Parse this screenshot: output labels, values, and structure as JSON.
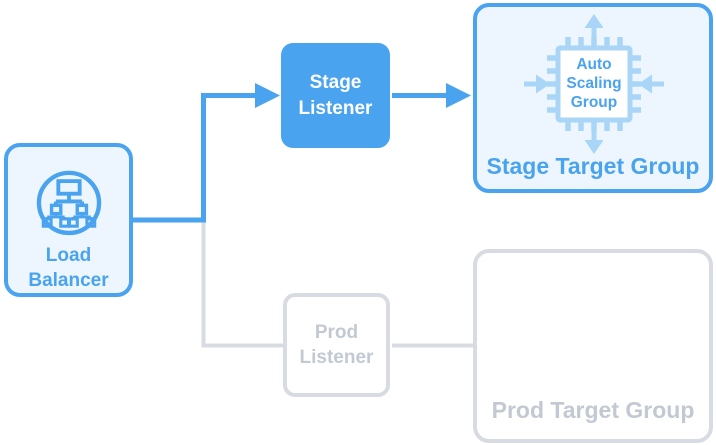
{
  "colors": {
    "primary_blue": "#4AA3EF",
    "light_blue_fill": "#EDF6FE",
    "icon_light_blue": "#A9D5F6",
    "gray_border": "#D8DCE2",
    "gray_text": "#C3C9D3",
    "white": "#FFFFFF"
  },
  "nodes": {
    "load_balancer": {
      "label": "Load Balancer",
      "icon": "load-balancer-icon",
      "state": "active"
    },
    "stage_listener": {
      "label": "Stage Listener",
      "state": "active"
    },
    "prod_listener": {
      "label": "Prod Listener",
      "state": "inactive"
    },
    "stage_target_group": {
      "label": "Stage Target Group",
      "icon": "auto-scaling-group-chip-icon",
      "icon_label": "Auto Scaling Group",
      "state": "active"
    },
    "prod_target_group": {
      "label": "Prod Target Group",
      "state": "inactive"
    }
  },
  "connections": [
    {
      "from": "load_balancer",
      "to": "stage_listener",
      "style": "blue",
      "arrowhead": true
    },
    {
      "from": "stage_listener",
      "to": "stage_target_group",
      "style": "blue",
      "arrowhead": true
    },
    {
      "from": "load_balancer",
      "to": "prod_listener",
      "style": "gray",
      "arrowhead": false
    },
    {
      "from": "prod_listener",
      "to": "prod_target_group",
      "style": "gray",
      "arrowhead": false
    }
  ]
}
